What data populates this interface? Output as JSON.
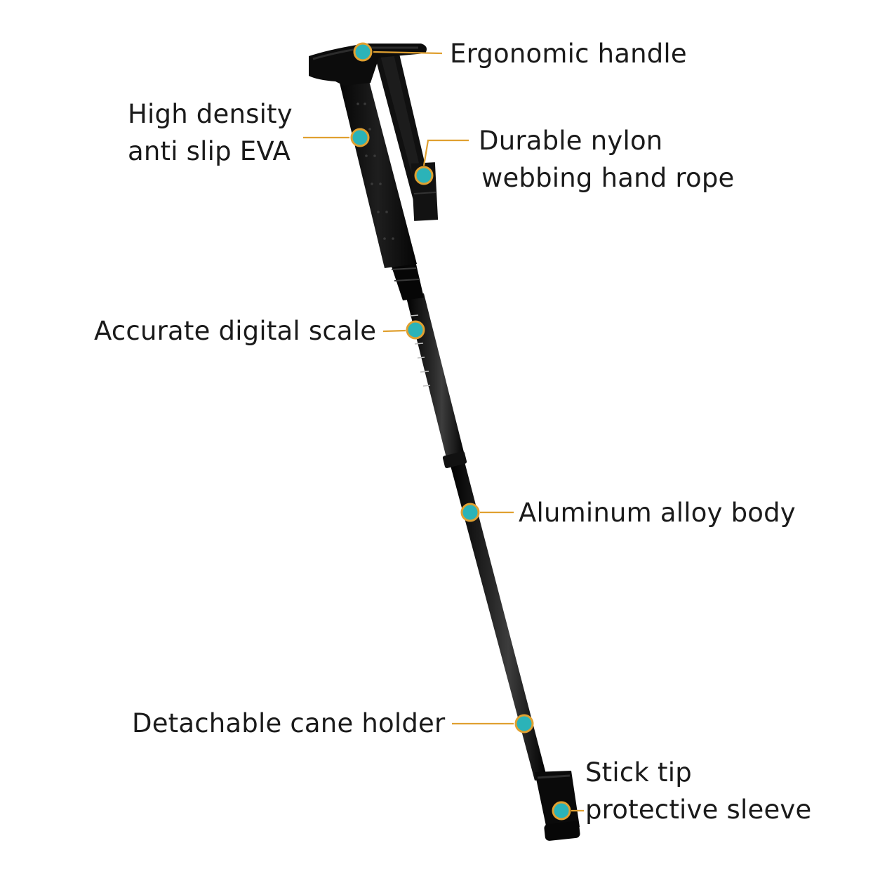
{
  "colors": {
    "leader": "#e0a030",
    "marker_fill": "#2bb3b8",
    "cane": "#0b0b0b",
    "text": "#1a1a1a"
  },
  "labels": {
    "handle": "Ergonomic handle",
    "grip": [
      "High density",
      "anti slip EVA"
    ],
    "strap": [
      "Durable nylon",
      "webbing hand rope"
    ],
    "scale": "Accurate digital scale",
    "body": "Aluminum alloy body",
    "holder": "Detachable cane holder",
    "tip": [
      "Stick tip",
      "protective sleeve"
    ]
  }
}
